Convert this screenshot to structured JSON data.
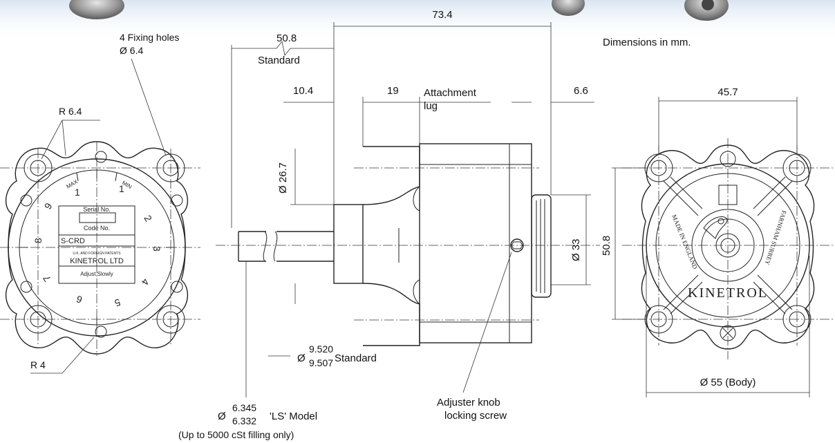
{
  "texts": {
    "fixing_holes_1": "4 Fixing holes",
    "fixing_holes_2": "Ø 6.4",
    "r64": "R 6.4",
    "r4": "R 4",
    "dim_734": "73.4",
    "dim_508_top": "50.8",
    "standard_top": "Standard",
    "dim_104": "10.4",
    "dim_19": "19",
    "attachment_1": "Attachment",
    "attachment_2": "lug",
    "dim_66": "6.6",
    "dim_267": "Ø 26.7",
    "dim_33": "Ø 33",
    "dimensions_note": "Dimensions in mm.",
    "dim_457": "45.7",
    "dim_508_side": "50.8",
    "dim_55": "Ø 55 (Body)",
    "shaft_prefix": "Ø",
    "shaft_upper": "9.520",
    "shaft_lower": "9.507",
    "shaft_standard": "Standard",
    "ls_prefix": "Ø",
    "ls_upper": "6.345",
    "ls_lower": "6.332",
    "ls_model": "'LS' Model",
    "ls_note": "(Up to 5000 cSt filling only)",
    "adjuster_1": "Adjuster knob",
    "adjuster_2": "locking screw"
  },
  "dial": {
    "max": "MAX",
    "min": "MIN",
    "serial": "Serial No.",
    "code": "Code No.",
    "model": "S-CRD",
    "patents": "U.K. AND FOREIGN PATENTS",
    "brand": "KINETROL LTD",
    "adjust": "Adjust Slowly",
    "numbers": [
      "1",
      "2",
      "3",
      "4",
      "5",
      "6",
      "7",
      "8",
      "9",
      "1"
    ]
  },
  "end_view": {
    "brand": "KINETROL",
    "made_in": "MADE IN ENGLAND",
    "farnham": "FARNHAM SURREY"
  },
  "colors": {
    "line": "#222222",
    "background": "#ffffff",
    "photo_tint": "#b9cfe6"
  }
}
